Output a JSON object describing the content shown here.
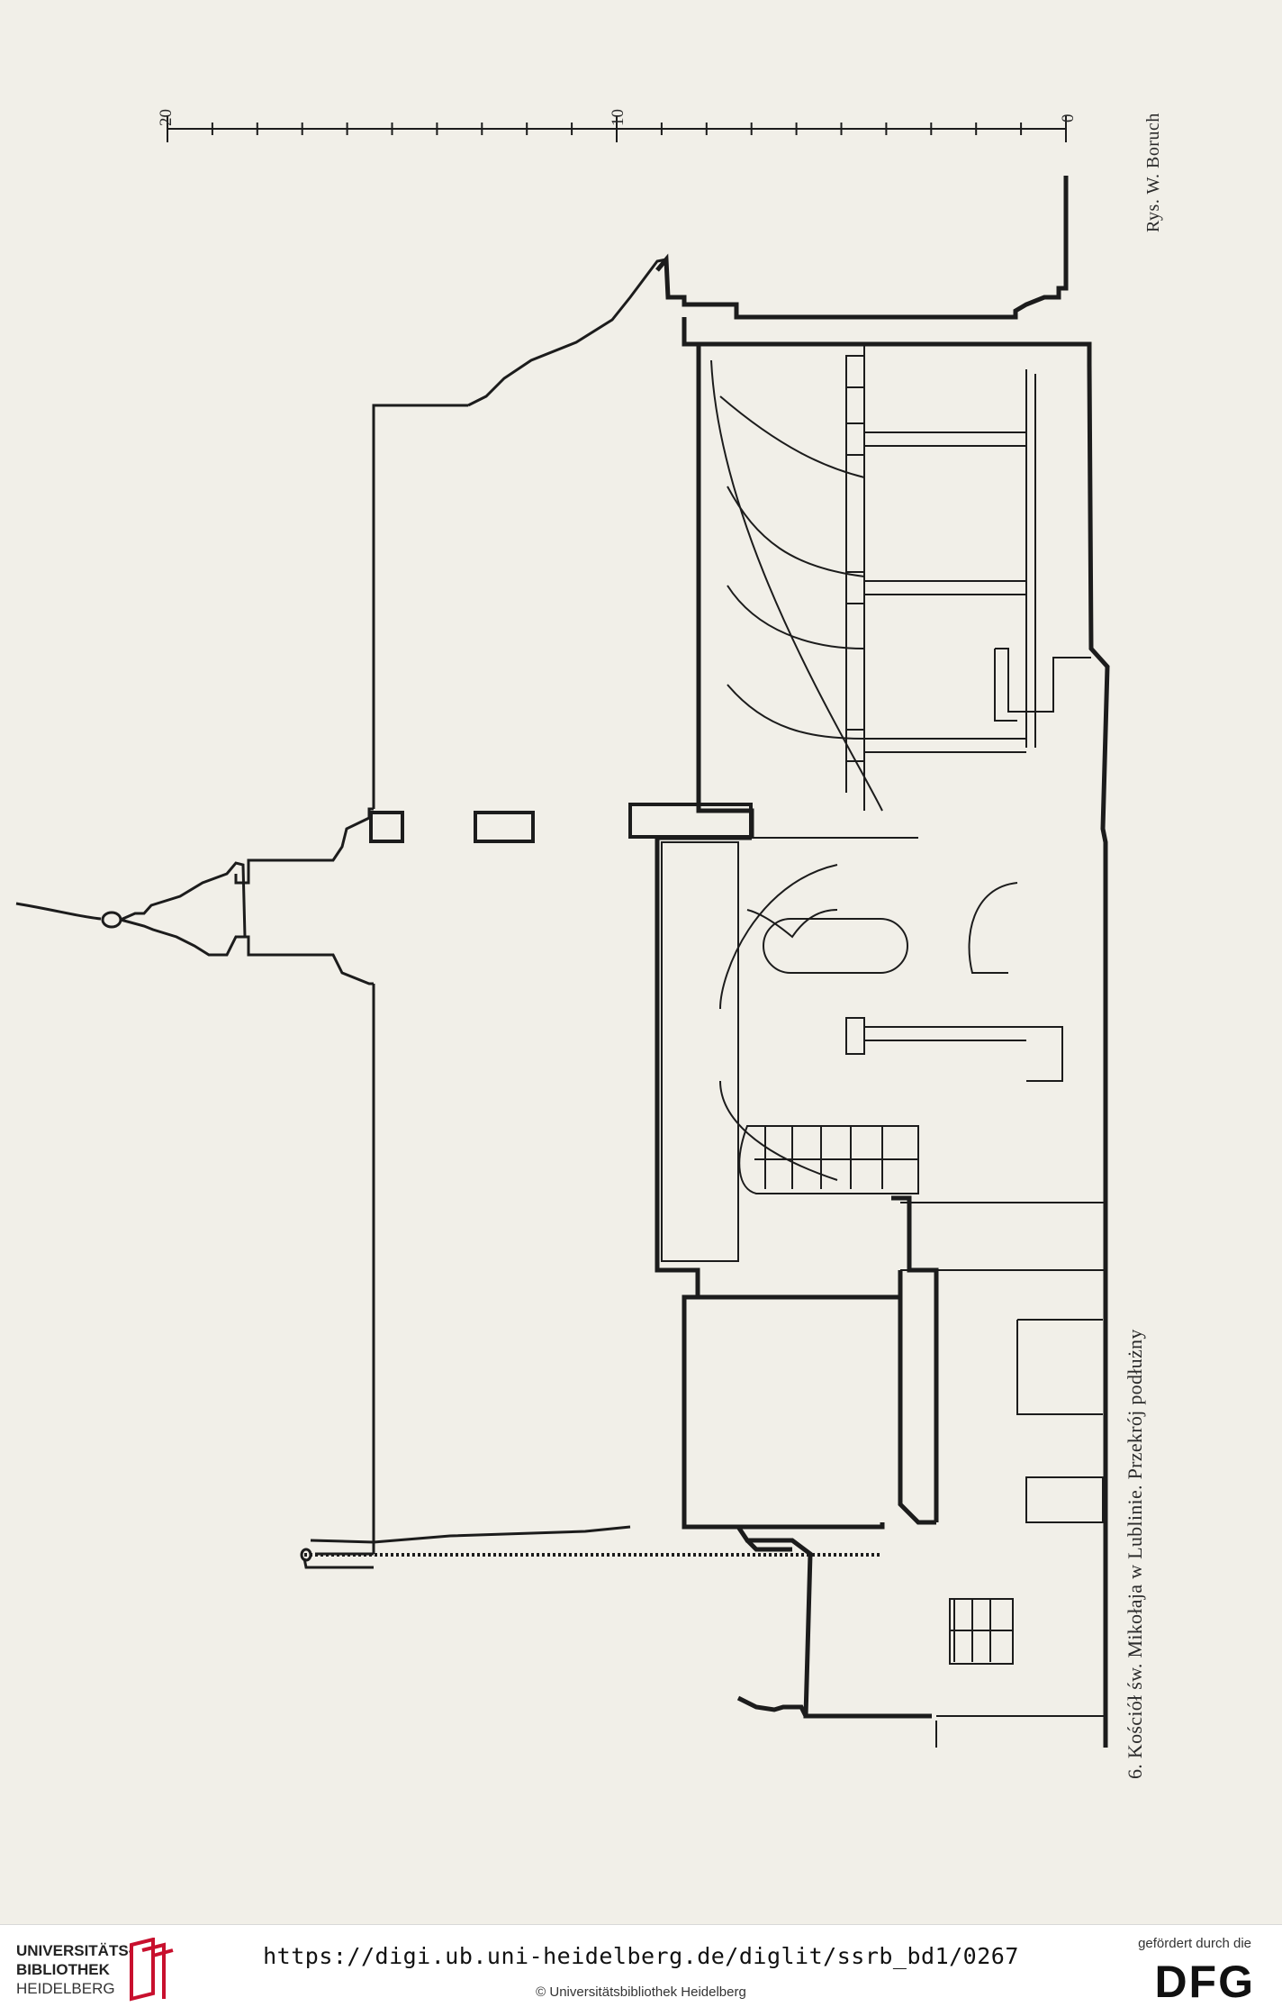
{
  "drawing": {
    "caption": "6. Kościół św. Mikołaja w Lublinie. Przekrój podłużny",
    "credit": "Rys. W. Boruch",
    "scale_labels": [
      "20",
      "10",
      "0"
    ]
  },
  "footer": {
    "library_line1": "UNIVERSITÄTS-",
    "library_line2": "BIBLIOTHEK",
    "library_line3": "HEIDELBERG",
    "url": "https://digi.ub.uni-heidelberg.de/diglit/ssrb_bd1/0267",
    "copyright": "© Universitätsbibliothek Heidelberg",
    "sponsor_label": "gefördert durch die",
    "sponsor_logo": "DFG"
  },
  "colors": {
    "ink": "#1c1c1c",
    "paper": "#f1efe8",
    "logo_red": "#c8102e"
  }
}
